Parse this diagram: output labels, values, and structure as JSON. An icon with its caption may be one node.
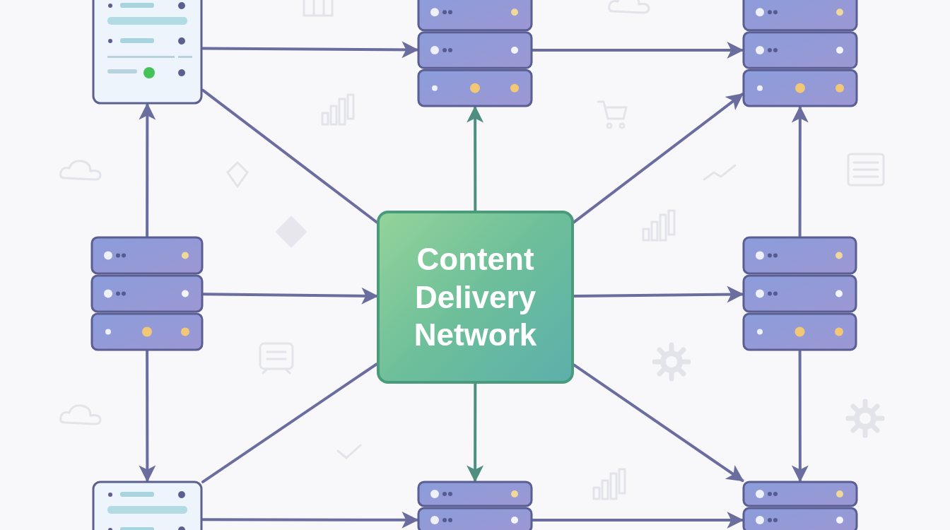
{
  "diagram": {
    "nodes": [
      {
        "text": [],
        "shape": "card"
      },
      {
        "text": [],
        "shape": "server"
      },
      {
        "text": [],
        "shape": "server"
      },
      {
        "text": [],
        "shape": "server"
      },
      {
        "text": [
          "Content Delivery Network"
        ]
      },
      {
        "text": [],
        "shape": "server"
      },
      {
        "text": [],
        "shape": "card"
      },
      {
        "text": [],
        "shape": "server"
      },
      {
        "text": [],
        "shape": "server"
      }
    ],
    "edges": [
      {
        "from": 0,
        "to": 1,
        "arrow": "to"
      },
      {
        "from": 1,
        "to": 2,
        "arrow": "to"
      },
      {
        "from": 0,
        "to": 4,
        "arrow": "none"
      },
      {
        "from": 4,
        "to": 1,
        "arrow": "to",
        "color": "#4f8f80"
      },
      {
        "from": 4,
        "to": 2,
        "arrow": "to"
      },
      {
        "from": 5,
        "to": 2,
        "arrow": "to"
      },
      {
        "from": 3,
        "to": 0,
        "arrow": "to"
      },
      {
        "from": 3,
        "to": 4,
        "arrow": "to"
      },
      {
        "from": 4,
        "to": 5,
        "arrow": "to"
      },
      {
        "from": 3,
        "to": 6,
        "arrow": "to"
      },
      {
        "from": 6,
        "to": 4,
        "arrow": "none"
      },
      {
        "from": 4,
        "to": 7,
        "arrow": "to",
        "color": "#4f8f80"
      },
      {
        "from": 4,
        "to": 8,
        "arrow": "to"
      },
      {
        "from": 5,
        "to": 8,
        "arrow": "to"
      },
      {
        "from": 6,
        "to": 7,
        "arrow": "to"
      },
      {
        "from": 7,
        "to": 8,
        "arrow": "to"
      }
    ]
  }
}
